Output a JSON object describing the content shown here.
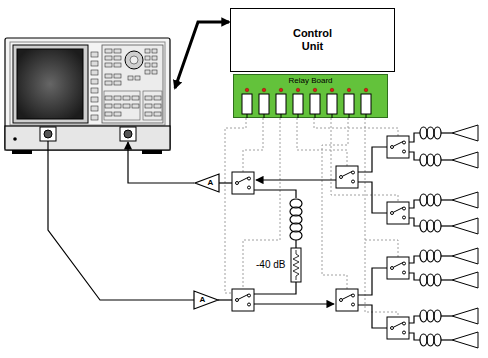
{
  "diagram": {
    "nodes": [
      {
        "text": [
          "Control Unit"
        ]
      },
      {
        "text": [
          "Relay Board"
        ]
      },
      {
        "text": [
          "A"
        ]
      },
      {
        "text": [
          "A"
        ]
      }
    ],
    "labels": [
      "-40 dB"
    ]
  }
}
